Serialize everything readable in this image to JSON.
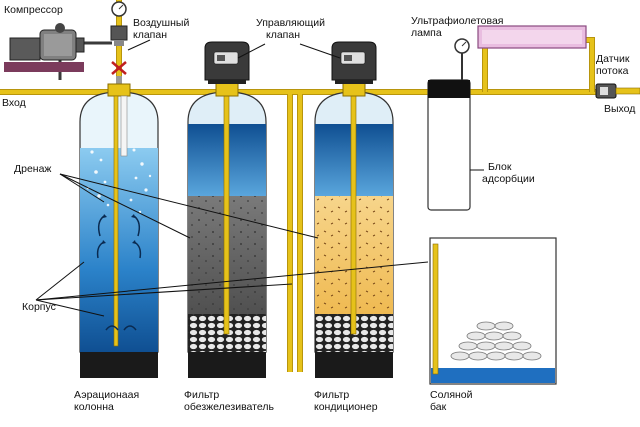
{
  "labels": {
    "compressor": "Компрессор",
    "air_valve": [
      "Воздушный",
      "клапан"
    ],
    "control_valve": [
      "Управляющий",
      "клапан"
    ],
    "uv_lamp": [
      "Ультрафиолетовая",
      "лампа"
    ],
    "flow_sensor": [
      "Датчик",
      "потока"
    ],
    "inlet": "Вход",
    "outlet": "Выход",
    "drain": "Дренаж",
    "housing": "Корпус",
    "adsorption_unit": [
      "Блок",
      "адсорбции"
    ],
    "aeration_column": [
      "Аэрационаая",
      "колонна"
    ],
    "iron_filter": [
      "Фильтр",
      "обезжелезиватель"
    ],
    "conditioner_filter": [
      "Фильтр",
      "кондиционер"
    ],
    "salt_tank": [
      "Соляной",
      "бак"
    ]
  },
  "colors": {
    "pipe": "#e6c21a",
    "pipe_dark": "#b8950c",
    "water_blue": "#1f6fc0",
    "water_light": "#cfe6f5",
    "iron_media": "#5f5f5f",
    "conditioner_media": "#f4c96a",
    "gravel": "#2a2a2a",
    "base": "#1a1a1a",
    "valve_head": "#3a3a3a",
    "uv_lamp": "#e9bde0",
    "compressor": "#7b3b5c"
  }
}
